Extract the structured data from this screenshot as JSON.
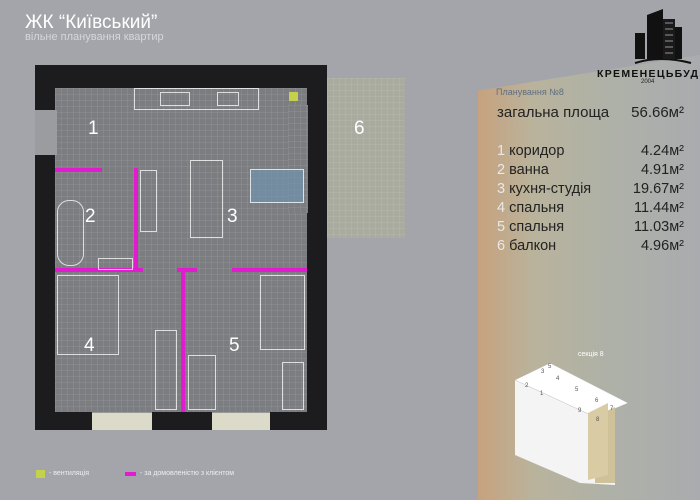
{
  "header": {
    "title": "ЖК “Київський”",
    "subtitle": "вільне планування квартир"
  },
  "logo": {
    "name": "КРЕМЕНЕЦЬБУД",
    "year": "2004"
  },
  "plan": {
    "label": "Планування №8",
    "total_label": "загальна площа",
    "total_value": "56.66м²",
    "rooms": [
      {
        "n": "1",
        "name": "коридор",
        "area": "4.24м²"
      },
      {
        "n": "2",
        "name": "ванна",
        "area": "4.91м²"
      },
      {
        "n": "3",
        "name": "кухня-студія",
        "area": "19.67м²"
      },
      {
        "n": "4",
        "name": "спальня",
        "area": "11.44м²"
      },
      {
        "n": "5",
        "name": "спальня",
        "area": "11.03м²"
      },
      {
        "n": "6",
        "name": "балкон",
        "area": "4.96м²"
      }
    ]
  },
  "section": {
    "label": "секція 8",
    "blocks": [
      "1",
      "2",
      "3",
      "4",
      "5",
      "6",
      "7",
      "8",
      "9"
    ]
  },
  "legend": {
    "ventilation": "- вентиляція",
    "by_agreement": "- за домовленістю з клієнтом"
  },
  "colors": {
    "partition": "#e21bd0",
    "ventilation": "#c5d14a"
  }
}
